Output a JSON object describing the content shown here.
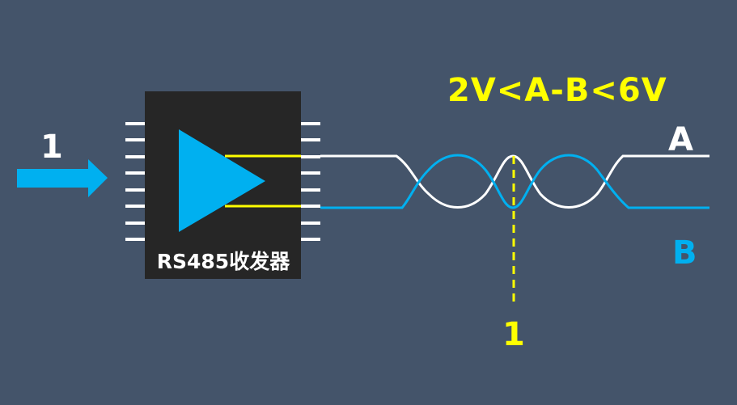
{
  "labels": {
    "input": "1",
    "condition": "2V<A-B<6V",
    "line_a": "A",
    "line_b": "B",
    "probe": "1",
    "chip": "RS485收发器"
  },
  "colors": {
    "background": "#44546a",
    "chip": "#262626",
    "accent_blue": "#00b0f0",
    "yellow": "#ffff00",
    "white": "#ffffff"
  }
}
